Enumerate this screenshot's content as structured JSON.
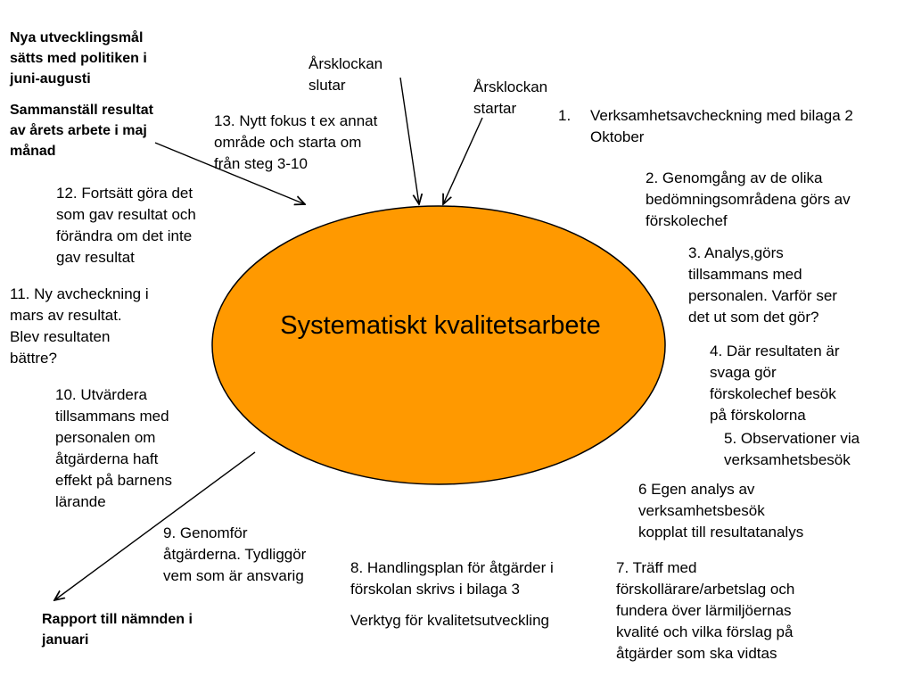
{
  "center": {
    "title": "Systematiskt kvalitetsarbete"
  },
  "notes": {
    "top_left_1": "Nya utvecklingsmål\nsätts med politiken i\njuni-augusti",
    "top_left_2": "Sammanställ resultat\nav årets arbete i maj\nmånad",
    "bottom_left": "Rapport till nämnden i\njanuari"
  },
  "clock": {
    "ends": "Årsklockan\nslutar",
    "starts": "Årsklockan\nstartar"
  },
  "steps": {
    "s1_num": "1.",
    "s1": "Verksamhetsavcheckning med bilaga 2\nOktober",
    "s2": "2. Genomgång av de olika\nbedömningsområdena görs av\nförskolechef",
    "s3": "3. Analys,görs\ntillsammans med\npersonalen. Varför ser\ndet ut som det gör?",
    "s4": "4. Där resultaten är\nsvaga gör\nförskolechef besök\npå förskolorna",
    "s5": "5. Observationer via\nverksamhetsbesök",
    "s6": "6 Egen analys av\nverksamhetsbesök\nkopplat till resultatanalys",
    "s7": "7. Träff med\nförskollärare/arbetslag och\nfundera över lärmiljöernas\nkvalité och vilka förslag på\nåtgärder som ska vidtas",
    "s8": "8. Handlingsplan för åtgärder i\nförskolan skrivs i bilaga 3",
    "s8_tool": "Verktyg för kvalitetsutveckling",
    "s9": "9. Genomför\nåtgärderna. Tydliggör\nvem som är ansvarig",
    "s10": "10. Utvärdera\ntillsammans med\npersonalen om\nåtgärderna haft\neffekt på barnens\nlärande",
    "s11": "11. Ny avcheckning i\nmars av resultat.\nBlev resultaten\nbättre?",
    "s12": "12. Fortsätt göra det\nsom gav resultat och\nförändra om det inte\ngav resultat",
    "s13": "13. Nytt fokus t ex annat\nområde och starta om\nfrån steg 3-10"
  },
  "colors": {
    "ellipse_fill": "#FF9900",
    "ellipse_stroke": "#000000",
    "arrow": "#000000"
  }
}
